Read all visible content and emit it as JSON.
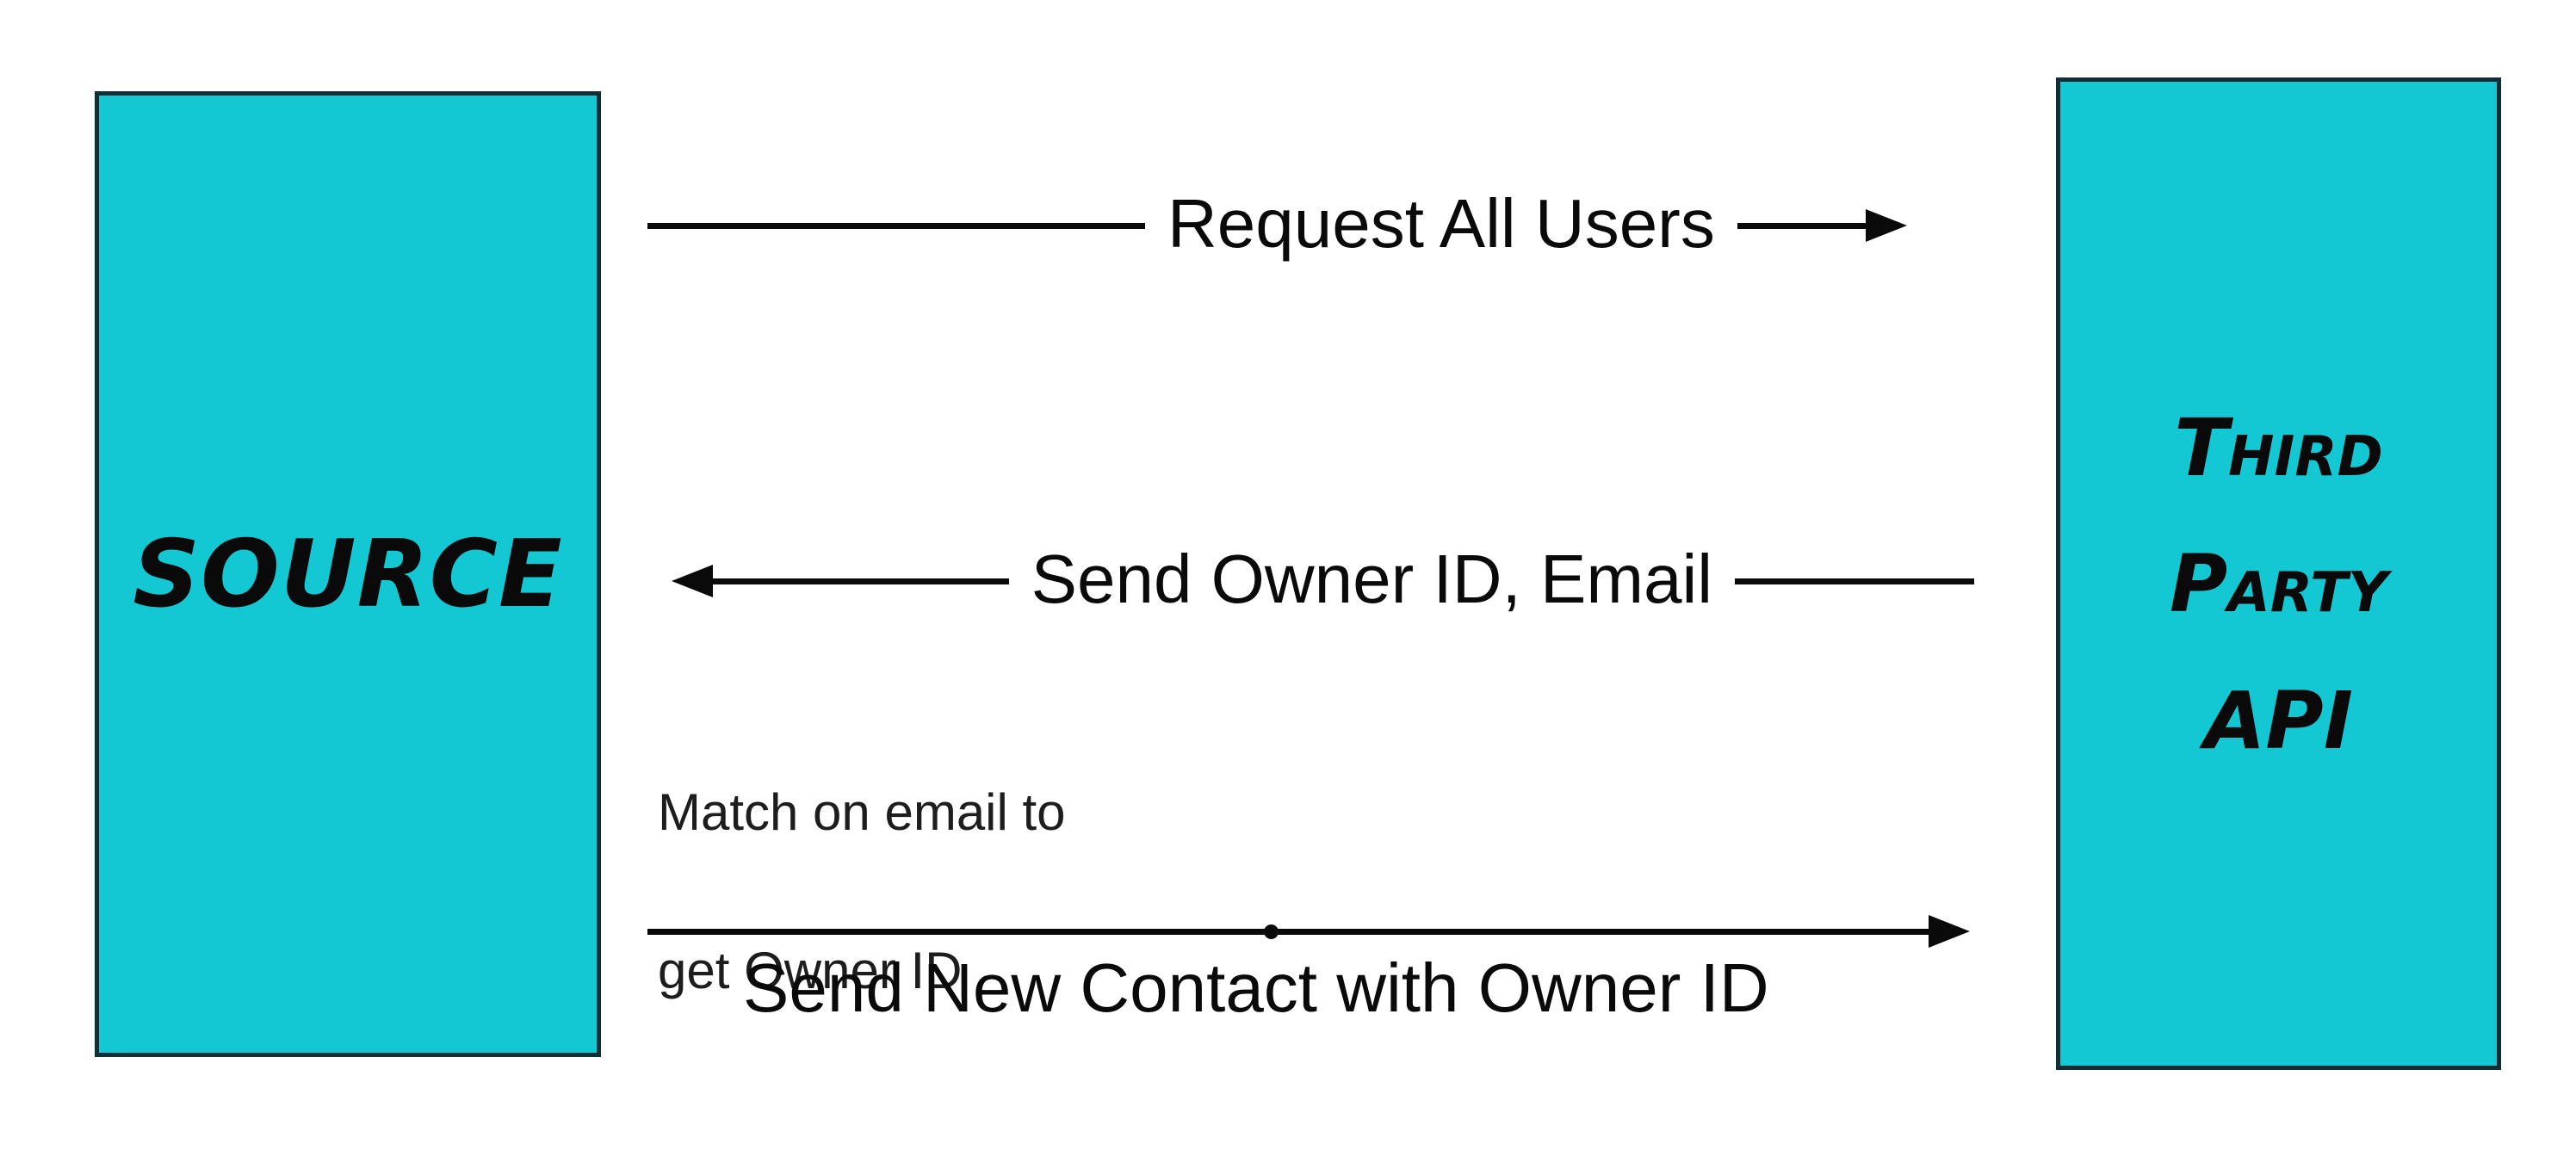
{
  "colors": {
    "page_background": "#ffffff",
    "actor_fill": "#14c8d3",
    "actor_border": "#0f2e35",
    "ink": "#0a0a0a",
    "note_ink": "#1d1d1d"
  },
  "actors": {
    "source": {
      "label": "SOURCE"
    },
    "third_party_api": {
      "lines": [
        "Third",
        "Party",
        "API"
      ]
    }
  },
  "messages": {
    "request_all_users": {
      "label": "Request All Users",
      "direction": "left-to-right"
    },
    "send_owner_id_email": {
      "label": "Send Owner ID, Email",
      "direction": "right-to-left"
    },
    "send_new_contact": {
      "label": "Send New Contact with Owner ID",
      "direction": "left-to-right"
    }
  },
  "note": {
    "line1": "Match on email to",
    "line2": "get Owner ID"
  }
}
